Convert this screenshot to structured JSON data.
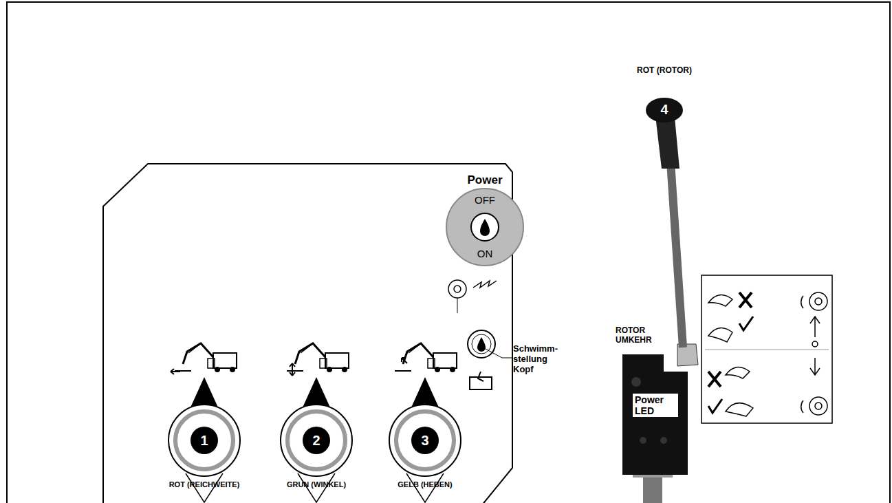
{
  "diagram": {
    "nodes": [
      {
        "text": [
          "1"
        ]
      },
      {
        "text": [
          "2"
        ]
      },
      {
        "text": [
          "3"
        ]
      },
      {
        "text": [
          "Power",
          "OFF",
          "ON"
        ]
      },
      {
        "text": [
          "ROT (ROTOR)",
          "4"
        ]
      }
    ],
    "labels": [
      "ROT (REICHWEITE)",
      "GRUN (WINKEL)",
      "GELB (HEBEN)",
      "Schwimm- stellung Kopf",
      "ROTOR UMKEHR",
      "Power LED"
    ]
  }
}
